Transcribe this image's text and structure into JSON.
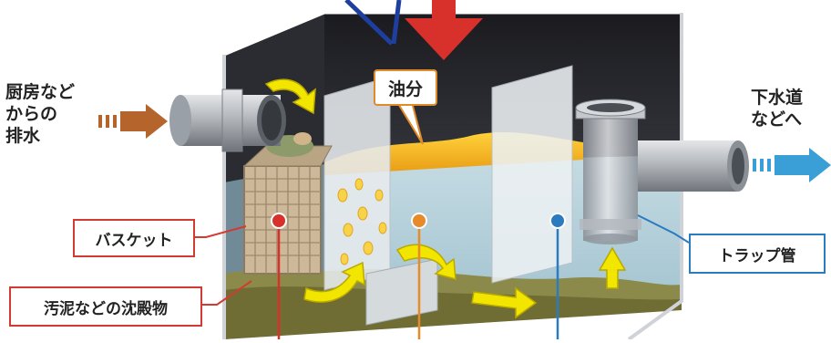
{
  "inflow_label": [
    "厨房など",
    "からの",
    "排水"
  ],
  "outflow_label": [
    "下水道",
    "などへ"
  ],
  "callouts": {
    "oil": "油分",
    "basket": "バスケット",
    "sludge": "汚泥などの沈殿物",
    "trap_pipe": "トラップ管"
  },
  "colors": {
    "inflow_arrow": "#b5652b",
    "outflow_arrow": "#3a9fd6",
    "basket_marker": "#d8302a",
    "oil_marker": "#e8892a",
    "water_marker": "#2b7bbf",
    "flow_arrow": "#f2e600",
    "oil_layer": "#f4b51c"
  }
}
